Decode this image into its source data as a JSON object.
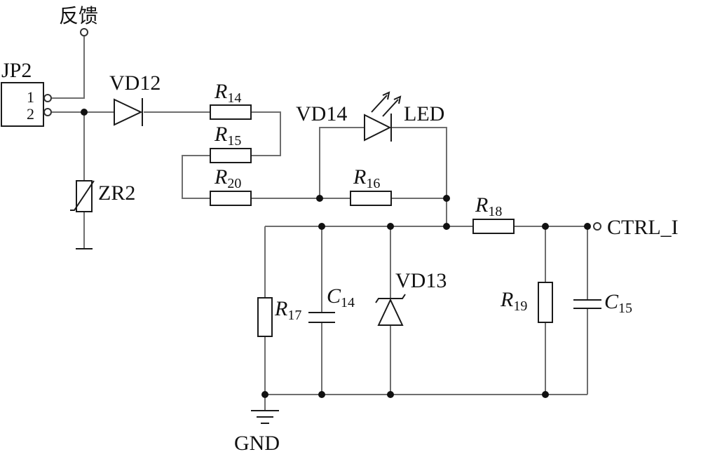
{
  "labels": {
    "feedback": "反馈",
    "jp2": "JP2",
    "pin1": "1",
    "pin2": "2",
    "vd12": "VD12",
    "zr2": "ZR2",
    "vd14": "VD14",
    "led": "LED",
    "vd13": "VD13",
    "ctrl": "CTRL_I",
    "gnd": "GND"
  },
  "resistors": [
    {
      "letter": "R",
      "sub": "14"
    },
    {
      "letter": "R",
      "sub": "15"
    },
    {
      "letter": "R",
      "sub": "20"
    },
    {
      "letter": "R",
      "sub": "16"
    },
    {
      "letter": "R",
      "sub": "18"
    },
    {
      "letter": "R",
      "sub": "17"
    },
    {
      "letter": "R",
      "sub": "19"
    }
  ],
  "capacitors": [
    {
      "letter": "C",
      "sub": "14"
    },
    {
      "letter": "C",
      "sub": "15"
    }
  ]
}
